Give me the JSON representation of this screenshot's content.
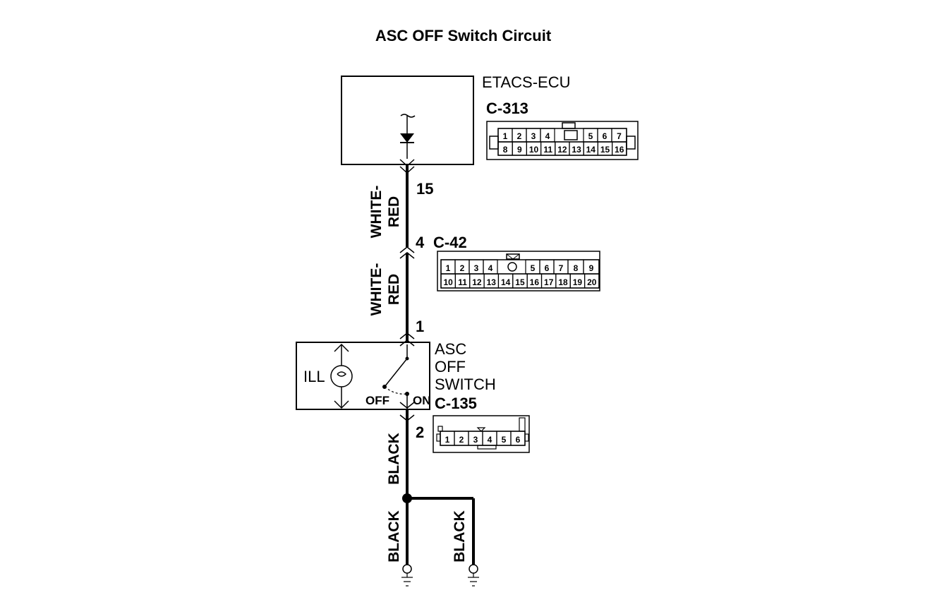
{
  "title": "ASC OFF Switch Circuit",
  "ecu": {
    "name": "ETACS-ECU",
    "connector": "C-313",
    "terminal": "15",
    "pins_top": [
      "1",
      "2",
      "3",
      "4",
      "5",
      "6",
      "7"
    ],
    "pins_bottom": [
      "8",
      "9",
      "10",
      "11",
      "12",
      "13",
      "14",
      "15",
      "16"
    ]
  },
  "joint": {
    "connector": "C-42",
    "terminal": "4",
    "pins_top": [
      "1",
      "2",
      "3",
      "4",
      "5",
      "6",
      "7",
      "8",
      "9"
    ],
    "pins_bottom": [
      "10",
      "11",
      "12",
      "13",
      "14",
      "15",
      "16",
      "17",
      "18",
      "19",
      "20"
    ]
  },
  "switch": {
    "name_lines": [
      "ASC",
      "OFF",
      "SWITCH"
    ],
    "connector": "C-135",
    "terminal_top": "1",
    "terminal_bottom": "2",
    "ill_label": "ILL",
    "off_label": "OFF",
    "on_label": "ON",
    "pins": [
      "1",
      "2",
      "3",
      "4",
      "5",
      "6"
    ]
  },
  "wires": {
    "upper_1": [
      "WHITE-",
      "RED"
    ],
    "upper_2": [
      "WHITE-",
      "RED"
    ],
    "lower": "BLACK",
    "ground_left": "BLACK",
    "ground_right": "BLACK"
  }
}
